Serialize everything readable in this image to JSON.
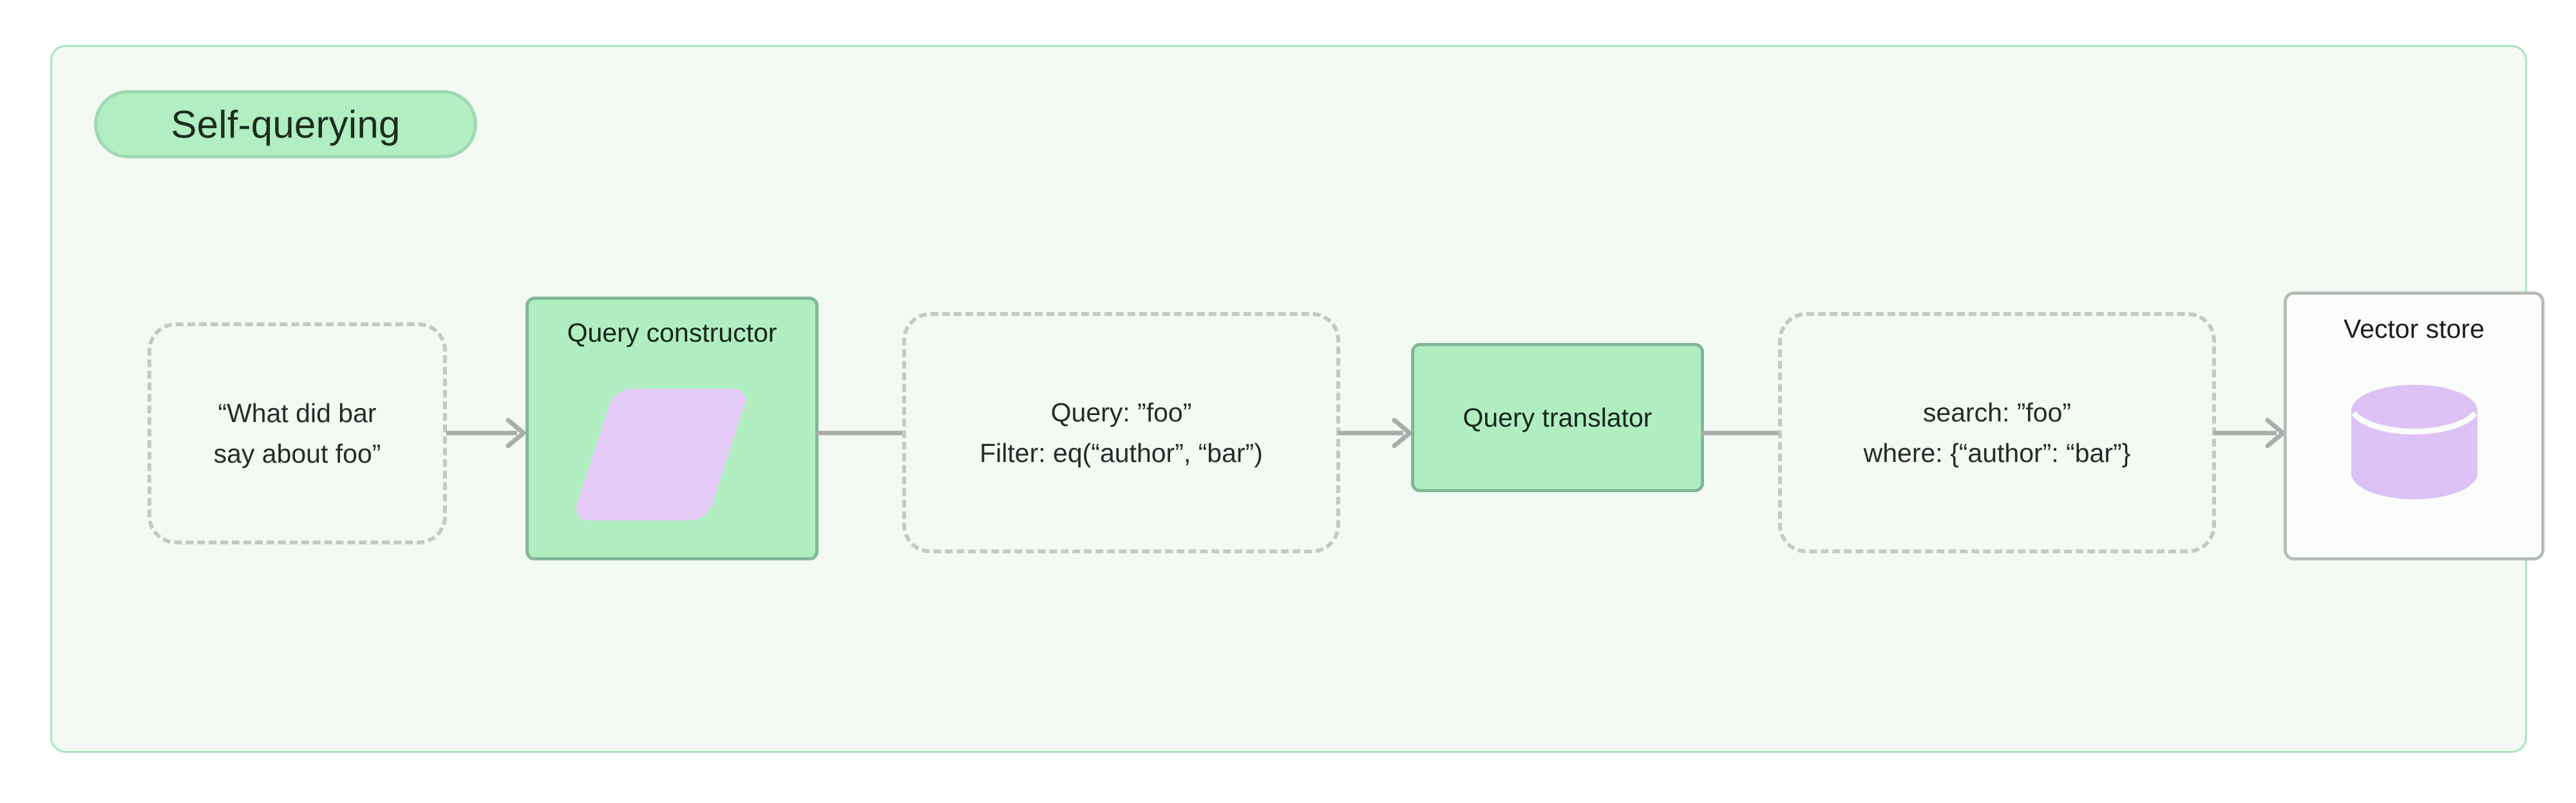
{
  "diagram": {
    "title": "Self-querying",
    "type": "flow",
    "accent_green_fill": "#b0eec1",
    "accent_green_border": "#82b796",
    "frame_background": "#f3faf4",
    "frame_border": "#a9e6bd",
    "dashed_border": "#c3c9c5",
    "purple_fill": "#e5cbf8",
    "gray_border": "#b7bcb8",
    "text_color": "#252b27",
    "arrow_color": "#a9aeaa"
  },
  "nodes": {
    "user_query": {
      "kind": "dashed-data",
      "line1": "“What did bar",
      "line2": "say about foo”"
    },
    "query_constructor": {
      "kind": "green-process",
      "title": "Query constructor",
      "glyph": "parallelogram-glyph"
    },
    "structured_query": {
      "kind": "dashed-data",
      "line1": "Query: ”foo”",
      "line2": "Filter: eq(“author”, “bar”)"
    },
    "query_translator": {
      "kind": "green-process",
      "title": "Query translator"
    },
    "translated_query": {
      "kind": "dashed-data",
      "line1": "search: ”foo”",
      "line2": "where: {“author”: “bar”}"
    },
    "vector_store": {
      "kind": "gray-store",
      "title": "Vector store",
      "glyph": "database-cylinder-icon"
    }
  },
  "connectors": [
    {
      "from": "user_query",
      "to": "query_constructor"
    },
    {
      "from": "query_constructor",
      "to": "structured_query"
    },
    {
      "from": "structured_query",
      "to": "query_translator"
    },
    {
      "from": "query_translator",
      "to": "translated_query"
    },
    {
      "from": "translated_query",
      "to": "vector_store"
    }
  ]
}
